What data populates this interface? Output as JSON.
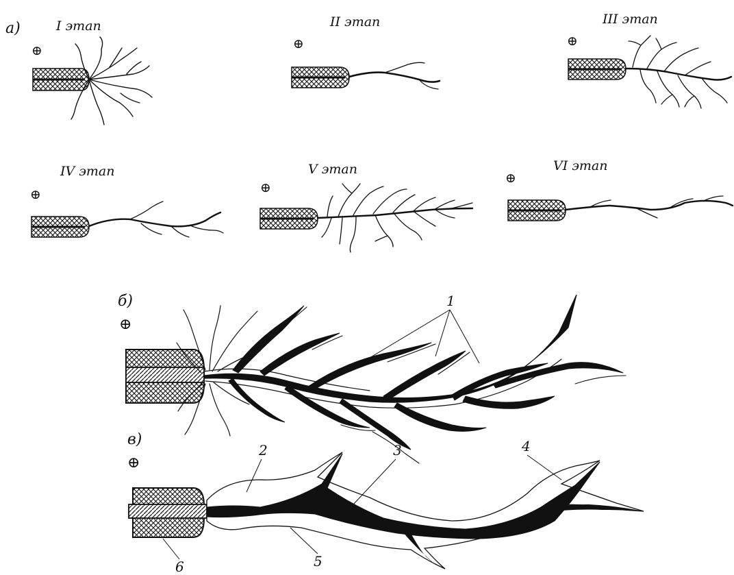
{
  "figure": {
    "part_a": {
      "label": "а)",
      "stages": [
        {
          "label": "I этап",
          "polarity": "⊕"
        },
        {
          "label": "II этап",
          "polarity": "⊕"
        },
        {
          "label": "III этап",
          "polarity": "⊕"
        },
        {
          "label": "IV этап",
          "polarity": "⊕"
        },
        {
          "label": "V этап",
          "polarity": "⊕"
        },
        {
          "label": "VI этап",
          "polarity": "⊕"
        }
      ]
    },
    "part_b": {
      "label": "б)",
      "polarity": "⊕",
      "callouts": [
        "1"
      ]
    },
    "part_c": {
      "label": "в)",
      "polarity": "⊕",
      "callouts": [
        "2",
        "3",
        "4",
        "5",
        "6"
      ]
    }
  }
}
